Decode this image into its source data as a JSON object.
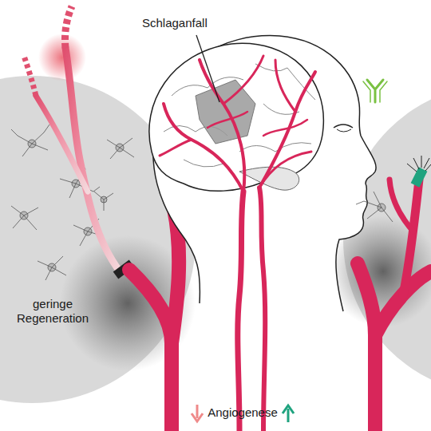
{
  "diagram": {
    "labels": [
      "Schlaganfall",
      "geringe Regeneration",
      "Angiogenese"
    ]
  }
}
